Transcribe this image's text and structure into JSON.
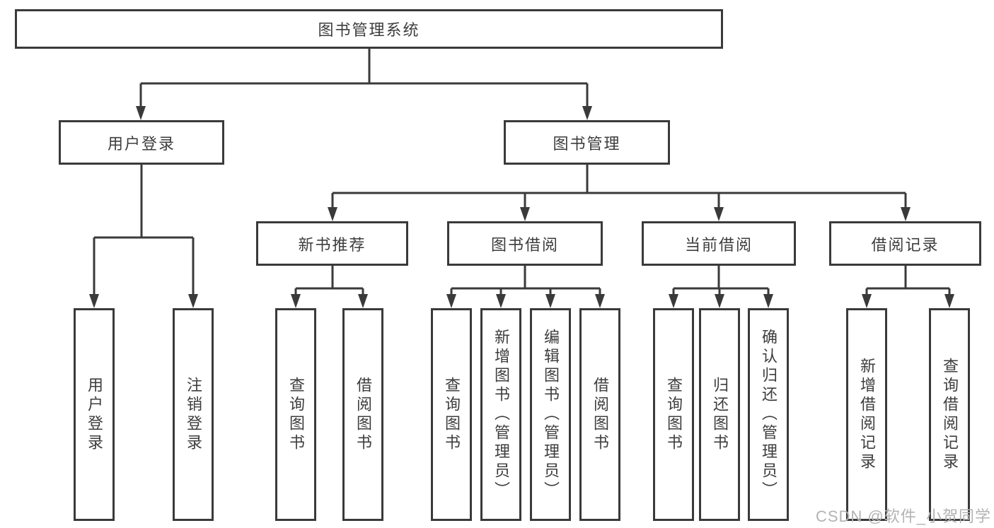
{
  "tree": {
    "label": "图书管理系统",
    "children": [
      {
        "label": "用户登录",
        "children": [
          {
            "label": "用户登录"
          },
          {
            "label": "注销登录"
          }
        ]
      },
      {
        "label": "图书管理",
        "children": [
          {
            "label": "新书推荐",
            "children": [
              {
                "label": "查询图书"
              },
              {
                "label": "借阅图书"
              }
            ]
          },
          {
            "label": "图书借阅",
            "children": [
              {
                "label": "查询图书"
              },
              {
                "label": "新增图书（管理员）"
              },
              {
                "label": "编辑图书（管理员）"
              },
              {
                "label": "借阅图书"
              }
            ]
          },
          {
            "label": "当前借阅",
            "children": [
              {
                "label": "查询图书"
              },
              {
                "label": "归还图书"
              },
              {
                "label": "确认归还（管理员）"
              }
            ]
          },
          {
            "label": "借阅记录",
            "children": [
              {
                "label": "新增借阅记录"
              },
              {
                "label": "查询借阅记录"
              }
            ]
          }
        ]
      }
    ]
  },
  "watermark": {
    "text": "CSDN @软件_小贺同学"
  },
  "colors": {
    "line": "#3a3a3a",
    "box_border": "#3a3a3a",
    "text": "#3d3d3d",
    "watermark": "#b3b3b3",
    "background": "#ffffff"
  }
}
